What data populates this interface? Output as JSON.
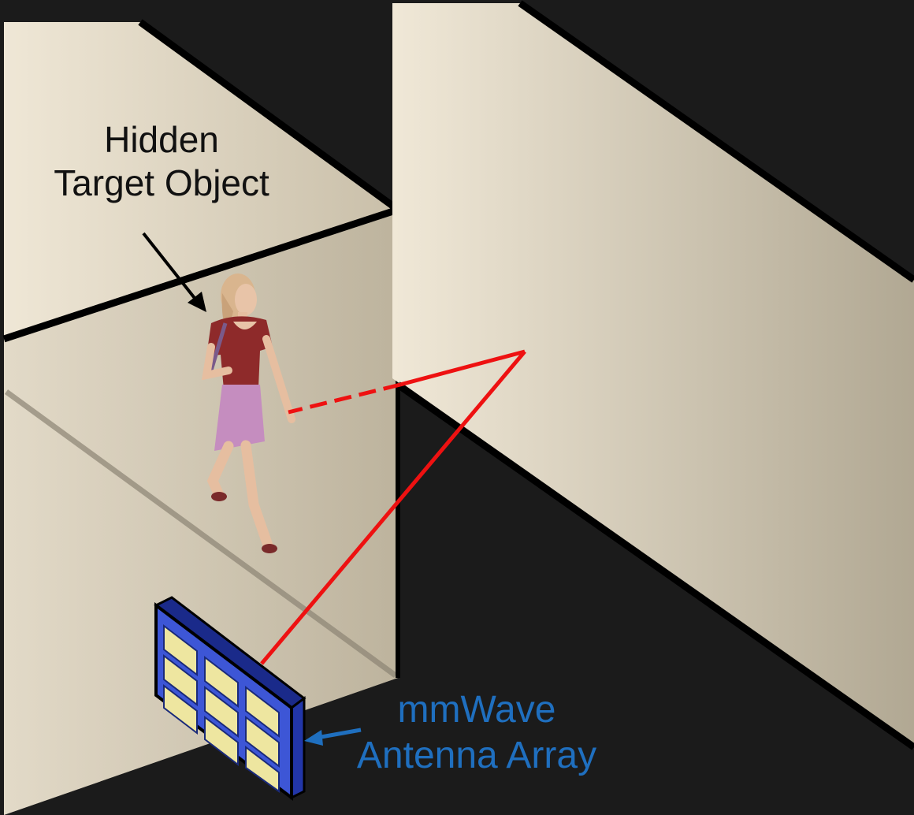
{
  "labels": {
    "target_line1": "Hidden",
    "target_line2": "Target Object",
    "antenna_line1": "mmWave",
    "antenna_line2": "Antenna Array"
  },
  "colors": {
    "background": "#1b1b1b",
    "wall_light": "#efe7d6",
    "wall_dark": "#b3aa94",
    "signal": "#ee1111",
    "antenna_label": "#1f6fbf",
    "antenna_body": "#3d56d6",
    "antenna_cell": "#eee6a0"
  },
  "icons": {
    "person": "woman-walking-icon",
    "antenna": "antenna-array-icon"
  }
}
